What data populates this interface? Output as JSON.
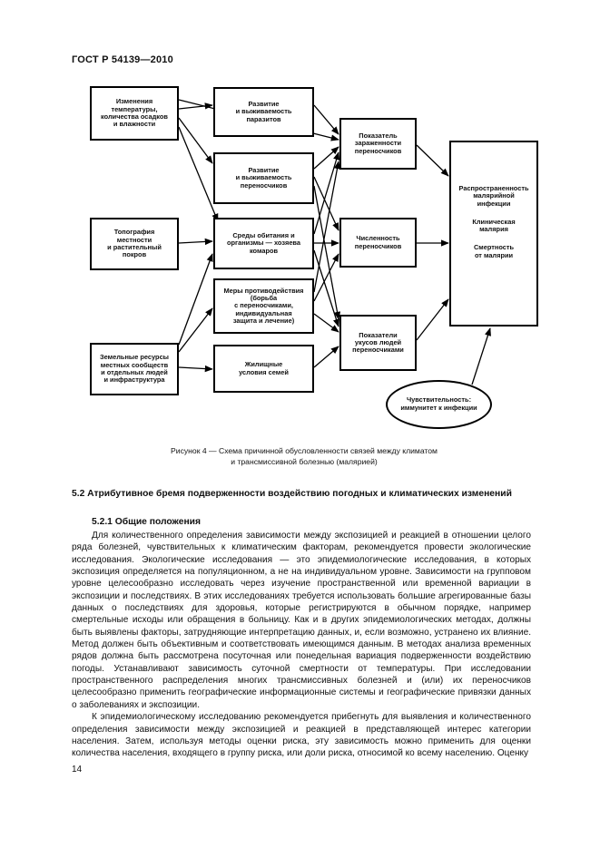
{
  "header": {
    "standard": "ГОСТ Р 54139—2010"
  },
  "diagram": {
    "boxes": {
      "temp": "Изменения\nтемпературы,\nколичества осадков\nи влажности",
      "topo": "Топография\nместности\nи растительный\nпокров",
      "land": "Земельные ресурсы\nместных сообществ\nи отдельных людей\nи инфраструктура",
      "par": "Развитие\nи выживаемость\nпаразитов",
      "vec": "Развитие\nи выживаемость\nпереносчиков",
      "hab": "Среды обитания и\nорганизмы — хозяева\nкомаров",
      "cm": "Меры противодействия\n(борьба\nс переносчиками,\nиндивидуальная\nзащита и лечение)",
      "house": "Жилищные\nусловия семей",
      "inf": "Показатель\nзараженности\nпереносчиков",
      "num": "Численность\nпереносчиков",
      "bite": "Показатели\nукусов людей\nпереносчиками"
    },
    "outcome": [
      "Распространенность\nмалярийной\nинфекции",
      "Клиническая\nмалярия",
      "Смертность\nот малярии"
    ],
    "susceptibility": "Чувствительность:\nиммунитет к инфекции"
  },
  "caption": {
    "line1": "Рисунок 4 — Схема причинной обусловленности связей между климатом",
    "line2": "и трансмиссивной болезнью (малярией)"
  },
  "section": {
    "title": "5.2 Атрибутивное бремя подверженности воздействию погодных и климатических изменений",
    "subtitle": "5.2.1 Общие положения",
    "paragraph1": "Для количественного определения зависимости между экспозицией и реакцией в отношении целого ряда болезней, чувствительных к климатическим факторам, рекомендуется провести экологические исследования. Экологические исследования — это эпидемиологические исследования, в которых экспозиция определяется на популяционном, а не на индивидуальном уровне. Зависимости на групповом уровне целесообразно исследовать через изучение пространственной или временной вариации в экспозиции и последствиях. В этих исследованиях требуется использовать большие агрегированные базы данных о последствиях для здоровья, которые регистрируются в обычном порядке, например смертельные исходы или обращения в больницу. Как и в других эпидемиологических методах, должны быть выявлены факторы, затрудняющие интерпретацию данных, и, если возможно, устранено их влияние. Метод должен быть объективным и соответствовать имеющимся данным. В методах анализа временных рядов должна быть рассмотрена посуточная или понедельная вариация подверженности воздействию погоды. Устанавливают зависимость суточной смертности от температуры. При исследовании пространственного распределения многих трансмиссивных болезней и (или) их переносчиков целесообразно применить географические информационные системы и географические привязки данных о заболеваниях и экспозиции.",
    "paragraph2": "К эпидемиологическому исследованию рекомендуется прибегнуть для выявления и количественного определения зависимости между экспозицией и реакцией в представляющей интерес категории населения. Затем, используя методы оценки риска, эту зависимость можно применить для оценки количества населения, входящего в группу риска, или доли риска, относимой ко всему населению. Оценку"
  },
  "page_number": "14"
}
